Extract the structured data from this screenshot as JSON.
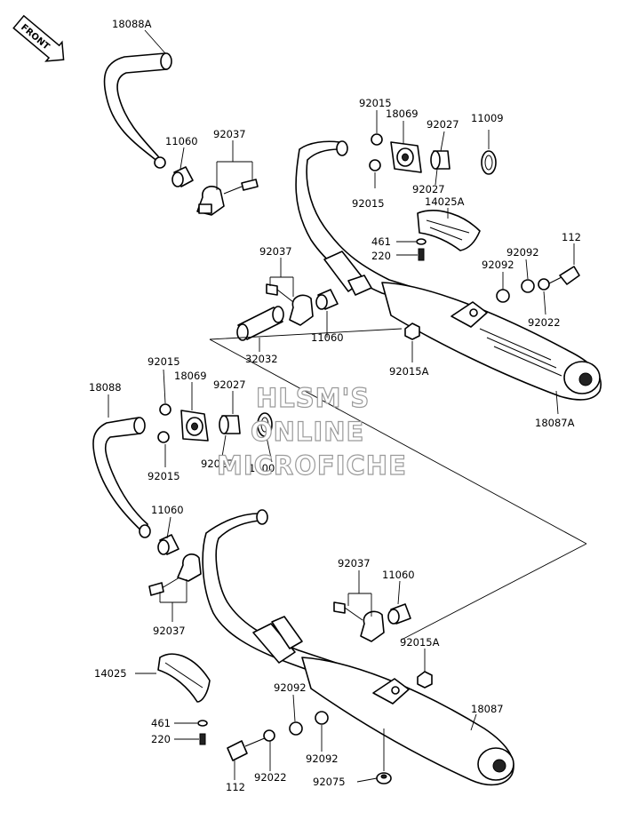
{
  "front_badge": "FRONT",
  "watermark": [
    "HLSM'S",
    "ONLINE",
    "MICROFICHE"
  ],
  "labels": {
    "p18088A": "18088A",
    "p11060_a": "11060",
    "p92037_a": "92037",
    "p92015_a": "92015",
    "p18069_a": "18069",
    "p92027_a": "92027",
    "p11009_a": "11009",
    "p92027_b": "92027",
    "p92015_b": "92015",
    "p14025A": "14025A",
    "p461_a": "461",
    "p220_a": "220",
    "p112_a": "112",
    "p92092_a": "92092",
    "p92092_b": "92092",
    "p92022_a": "92022",
    "p92037_b": "92037",
    "p11060_b": "11060",
    "p32032": "32032",
    "p92015A_a": "92015A",
    "p18087A": "18087A",
    "p92015_c": "92015",
    "p18069_b": "18069",
    "p92027_c": "92027",
    "p18088": "18088",
    "p92015_d": "92015",
    "p92027_d": "92027",
    "p11009_b": "11009",
    "p11060_c": "11060",
    "p92037_c": "92037",
    "p92037_d": "92037",
    "p11060_d": "11060",
    "p92015A_b": "92015A",
    "p14025": "14025",
    "p92092_c": "92092",
    "p18087": "18087",
    "p461_b": "461",
    "p220_b": "220",
    "p112_b": "112",
    "p92022_b": "92022",
    "p92092_d": "92092",
    "p92075": "92075"
  }
}
